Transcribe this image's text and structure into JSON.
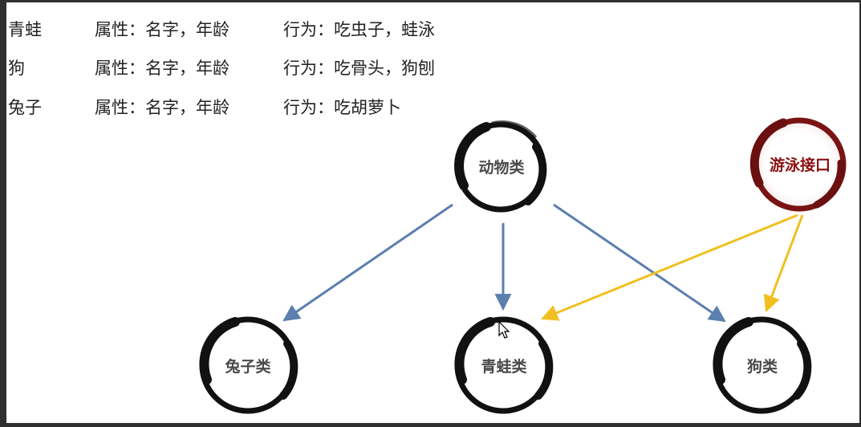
{
  "table": {
    "rows": [
      {
        "name": "青蛙",
        "attr": "属性：名字，年龄",
        "act": "行为：吃虫子，蛙泳"
      },
      {
        "name": "狗",
        "attr": "属性：名字，年龄",
        "act": "行为：吃骨头，狗刨"
      },
      {
        "name": "兔子",
        "attr": "属性：名字，年龄",
        "act": "行为：吃胡萝卜"
      }
    ]
  },
  "diagram": {
    "nodes": {
      "animal": "动物类",
      "swim": "游泳接口",
      "rabbit": "兔子类",
      "frog": "青蛙类",
      "dog": "狗类"
    },
    "colors": {
      "inherit_arrow": "#5b7fae",
      "implement_arrow": "#f0c020",
      "interface_ring": "#7a1414",
      "class_ring": "#111111"
    }
  }
}
